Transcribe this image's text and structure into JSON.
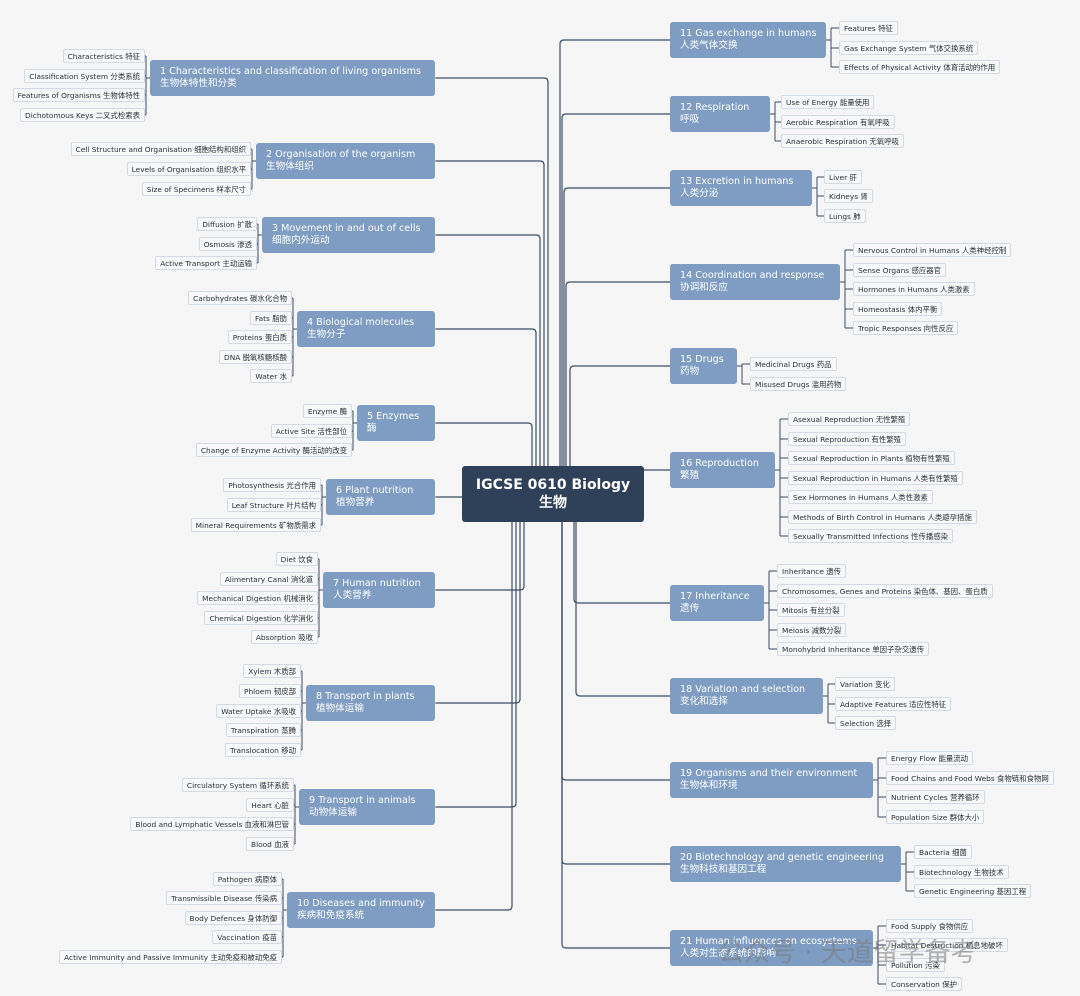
{
  "colors": {
    "topic": "#7f9dc2",
    "central": "#2f4158",
    "line": "#3b4c63",
    "background": "#f6f6f6"
  },
  "central": {
    "line1": "IGCSE 0610 Biology",
    "line2": "生物"
  },
  "left": [
    {
      "en": "1 Characteristics and classification of living organisms",
      "zh": "生物体特性和分类",
      "subs": [
        "Characteristics 特征",
        "Classification System 分类系统",
        "Features of Organisms 生物体特性",
        "Dichotomous Keys 二叉式检索表"
      ]
    },
    {
      "en": "2 Organisation of the organism",
      "zh": "生物体组织",
      "subs": [
        "Cell Structure and Organisation 细胞结构和组织",
        "Levels of Organisation 组织水平",
        "Size of Specimens 样本尺寸"
      ]
    },
    {
      "en": "3 Movement in and out of cells",
      "zh": "细胞内外运动",
      "subs": [
        "Diffusion 扩散",
        "Osmosis 渗透",
        "Active Transport 主动运输"
      ]
    },
    {
      "en": "4 Biological molecules",
      "zh": "生物分子",
      "subs": [
        "Carbohydrates 碳水化合物",
        "Fats 脂肪",
        "Proteins 蛋白质",
        "DNA 脱氧核糖核酸",
        "Water 水"
      ]
    },
    {
      "en": "5 Enzymes",
      "zh": "酶",
      "subs": [
        "Enzyme 酶",
        "Active Site 活性部位",
        "Change of Enzyme Activity 酶活动的改变"
      ]
    },
    {
      "en": "6 Plant nutrition",
      "zh": "植物营养",
      "subs": [
        "Photosynthesis 光合作用",
        "Leaf Structure 叶片结构",
        "Mineral Requirements 矿物质需求"
      ]
    },
    {
      "en": "7 Human nutrition",
      "zh": "人类营养",
      "subs": [
        "Diet 饮食",
        "Alimentary Canal 消化道",
        "Mechanical Digestion 机械消化",
        "Chemical Digestion 化学消化",
        "Absorption 吸收"
      ]
    },
    {
      "en": "8 Transport in plants",
      "zh": "植物体运输",
      "subs": [
        "Xylem 木质部",
        "Phloem 韧皮部",
        "Water Uptake 水吸收",
        "Transpiration 蒸腾",
        "Translocation 移动"
      ]
    },
    {
      "en": "9 Transport in animals",
      "zh": "动物体运输",
      "subs": [
        "Circulatory System 循环系统",
        "Heart 心脏",
        "Blood and Lymphatic Vessels 血液和淋巴管",
        "Blood 血液"
      ]
    },
    {
      "en": "10 Diseases and immunity",
      "zh": "疾病和免疫系统",
      "subs": [
        "Pathogen 病原体",
        "Transmissible Disease 传染病",
        "Body Defences 身体防御",
        "Vaccination 疫苗",
        "Active Immunity and Passive Immunity 主动免疫和被动免疫"
      ]
    }
  ],
  "right": [
    {
      "en": "11 Gas exchange in humans",
      "zh": "人类气体交换",
      "subs": [
        "Features 特征",
        "Gas Exchange System 气体交换系统",
        "Effects of Physical Activity 体育活动的作用"
      ]
    },
    {
      "en": "12 Respiration",
      "zh": "呼吸",
      "subs": [
        "Use of Energy 能量使用",
        "Aerobic Respiration 有氧呼吸",
        "Anaerobic Respiration 无氧呼吸"
      ]
    },
    {
      "en": "13 Excretion in humans",
      "zh": "人类分泌",
      "subs": [
        "Liver 肝",
        "Kidneys 肾",
        "Lungs 肺"
      ]
    },
    {
      "en": "14 Coordination and response",
      "zh": "协调和反应",
      "subs": [
        "Nervous Control in Humans 人类神经控制",
        "Sense Organs 感应器官",
        "Hormones in Humans 人类激素",
        "Homeostasis 体内平衡",
        "Tropic Responses 向性反应"
      ]
    },
    {
      "en": "15 Drugs",
      "zh": "药物",
      "subs": [
        "Medicinal Drugs 药品",
        "Misused Drugs 滥用药物"
      ]
    },
    {
      "en": "16 Reproduction",
      "zh": "繁殖",
      "subs": [
        "Asexual Reproduction 无性繁殖",
        "Sexual Reproduction 有性繁殖",
        "Sexual Reproduction in Plants 植物有性繁殖",
        "Sexual Reproduction in Humans 人类有性繁殖",
        "Sex Hormones in Humans 人类性激素",
        "Methods of Birth Control in Humans 人类避孕措施",
        "Sexually Transmitted Infections 性传播感染"
      ]
    },
    {
      "en": "17 Inheritance",
      "zh": "遗传",
      "subs": [
        "Inheritance 遗传",
        "Chromosomes, Genes and Proteins 染色体、基因、蛋白质",
        "Mitosis 有丝分裂",
        "Meiosis 减数分裂",
        "Monohybrid Inheritance 单因子杂交遗传"
      ]
    },
    {
      "en": "18 Variation and selection",
      "zh": "变化和选择",
      "subs": [
        "Variation 变化",
        "Adaptive Features 适应性特征",
        "Selection 选择"
      ]
    },
    {
      "en": "19 Organisms and their environment",
      "zh": "生物体和环境",
      "subs": [
        "Energy Flow 能量流动",
        "Food Chains and Food Webs 食物链和食物网",
        "Nutrient Cycles 营养循环",
        "Population Size 群体大小"
      ]
    },
    {
      "en": "20 Biotechnology and genetic engineering",
      "zh": "生物科技和基因工程",
      "subs": [
        "Bacteria 细菌",
        "Biotechnology 生物技术",
        "Genetic Engineering 基因工程"
      ]
    },
    {
      "en": "21 Human influences on ecosystems",
      "zh": "人类对生态系统的影响",
      "subs": [
        "Food Supply 食物供应",
        "Habitat Destruction 栖息地破坏",
        "Pollution 污染",
        "Conservation 保护"
      ]
    }
  ],
  "watermark": "公众号 · 天道留学备考"
}
